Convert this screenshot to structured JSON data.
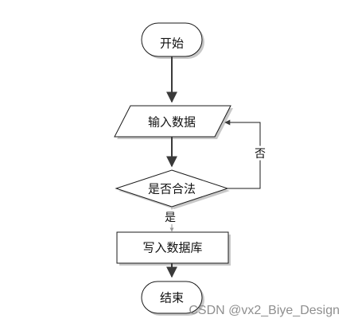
{
  "nodes": {
    "start": "开始",
    "input": "输入数据",
    "decision": "是否合法",
    "write": "写入数据库",
    "end": "结束"
  },
  "edges": {
    "no_label": "否",
    "yes_label": "是"
  },
  "watermark": "CSDN @vx2_Biye_Design",
  "colors": {
    "shadow": "#bdbdbd",
    "stroke": "#1a1a1a",
    "arrow": "#3a3a3a",
    "watermark": "#8f8f8f"
  }
}
